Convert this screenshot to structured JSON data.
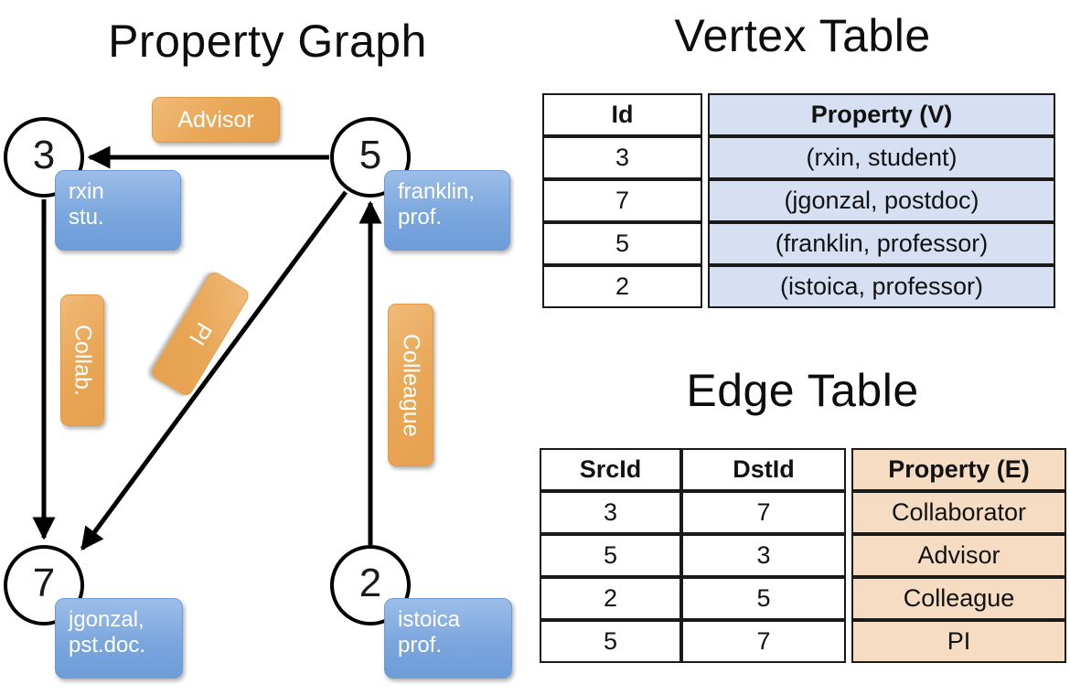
{
  "titles": {
    "property_graph": "Property Graph",
    "vertex_table": "Vertex Table",
    "edge_table": "Edge Table"
  },
  "graph": {
    "nodes": [
      {
        "id": "3",
        "property_line1": "rxin",
        "property_line2": "stu."
      },
      {
        "id": "5",
        "property_line1": "franklin,",
        "property_line2": "prof."
      },
      {
        "id": "7",
        "property_line1": "jgonzal,",
        "property_line2": "pst.doc."
      },
      {
        "id": "2",
        "property_line1": "istoica",
        "property_line2": "prof."
      }
    ],
    "edge_labels": {
      "advisor": "Advisor",
      "collab": "Collab.",
      "pi": "PI",
      "colleague": "Colleague"
    },
    "edges": [
      {
        "from": "5",
        "to": "3",
        "label": "Advisor"
      },
      {
        "from": "3",
        "to": "7",
        "label": "Collab."
      },
      {
        "from": "5",
        "to": "7",
        "label": "PI"
      },
      {
        "from": "2",
        "to": "5",
        "label": "Colleague"
      }
    ]
  },
  "vertex_table": {
    "headers": [
      "Id",
      "Property (V)"
    ],
    "rows": [
      {
        "id": "3",
        "property": "(rxin, student)"
      },
      {
        "id": "7",
        "property": "(jgonzal, postdoc)"
      },
      {
        "id": "5",
        "property": "(franklin, professor)"
      },
      {
        "id": "2",
        "property": "(istoica, professor)"
      }
    ]
  },
  "edge_table": {
    "headers": [
      "SrcId",
      "DstId",
      "Property (E)"
    ],
    "rows": [
      {
        "src": "3",
        "dst": "7",
        "property": "Collaborator"
      },
      {
        "src": "5",
        "dst": "3",
        "property": "Advisor"
      },
      {
        "src": "2",
        "dst": "5",
        "property": "Colleague"
      },
      {
        "src": "5",
        "dst": "7",
        "property": "PI"
      }
    ]
  },
  "colors": {
    "vertex_property_fill": "#d6e0f2",
    "edge_property_fill": "#f6dcc2",
    "node_box_blue": "#7ba7de",
    "edge_label_orange": "#e9a757",
    "stroke": "#000000"
  }
}
